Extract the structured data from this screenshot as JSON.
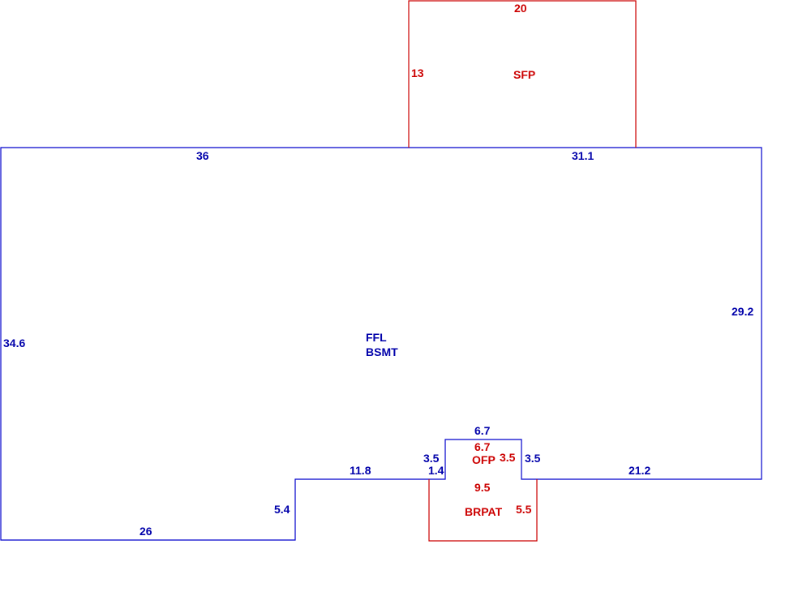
{
  "colors": {
    "main_area": "#0000cc",
    "additions": "#cc0000"
  },
  "areas": {
    "main": {
      "code": "FFL",
      "subcode": "BSMT"
    },
    "sfp": {
      "code": "SFP"
    },
    "ofp": {
      "code": "OFP"
    },
    "brpat": {
      "code": "BRPAT"
    }
  },
  "dimensions": {
    "main_top_left": "36",
    "main_top_right": "31.1",
    "main_left": "34.6",
    "main_right": "29.2",
    "main_bottom_left": "26",
    "main_step": "5.4",
    "main_bottom_mid": "11.8",
    "main_bottom_right": "21.2",
    "main_small_gap": "1.4",
    "bump_top": "6.7",
    "bump_left": "3.5",
    "bump_right": "3.5",
    "sfp_top": "20",
    "sfp_side": "13",
    "ofp_top": "6.7",
    "ofp_side": "3.5",
    "brpat_top": "9.5",
    "brpat_side": "5.5"
  }
}
